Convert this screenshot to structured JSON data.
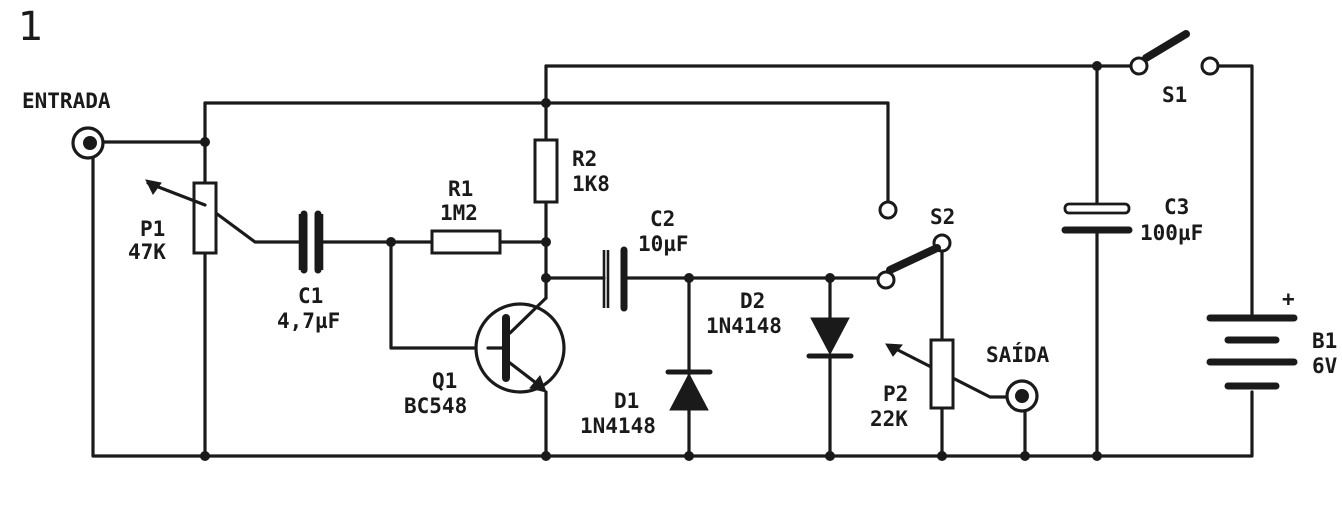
{
  "figure_number": "1",
  "labels": {
    "entrada": "ENTRADA",
    "saida": "SAÍDA",
    "p1": "P1",
    "p1_val": "47K",
    "c1": "C1",
    "c1_val": "4,7µF",
    "r1": "R1",
    "r1_val": "1M2",
    "r2": "R2",
    "r2_val": "1K8",
    "q1": "Q1",
    "q1_val": "BC548",
    "c2": "C2",
    "c2_val": "10µF",
    "d1": "D1",
    "d1_val": "1N4148",
    "d2": "D2",
    "d2_val": "1N4148",
    "s1": "S1",
    "s2": "S2",
    "p2": "P2",
    "p2_val": "22K",
    "c3": "C3",
    "c3_val": "100µF",
    "b1": "B1",
    "b1_val": "6V",
    "plus": "+"
  }
}
